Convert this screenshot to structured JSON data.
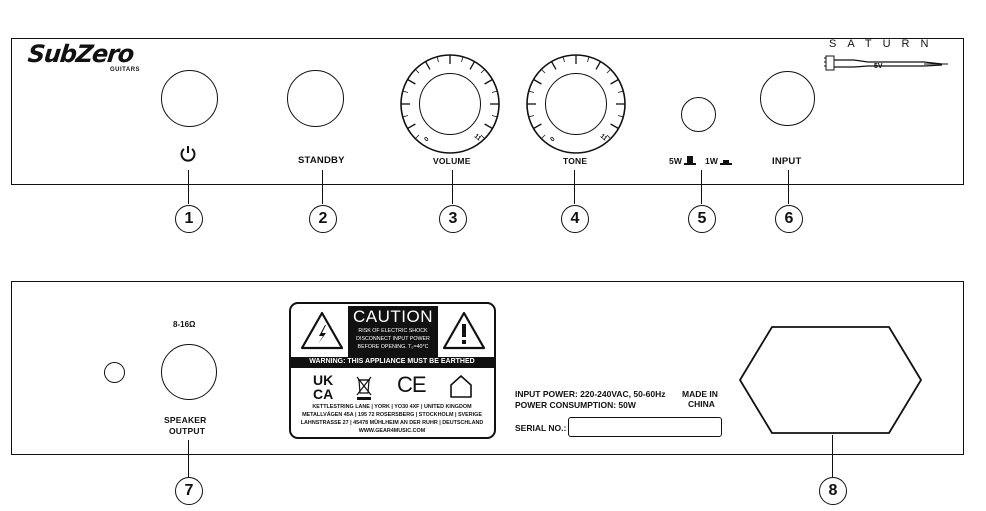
{
  "front_panel": {
    "brand": {
      "name": "SubZero",
      "sub": "GUITARS"
    },
    "model": {
      "name": "SATURN",
      "voltage": "5V"
    },
    "power_symbol": "power-symbol",
    "standby_label": "STANDBY",
    "volume": {
      "label": "VOLUME",
      "min": "0",
      "max": "11"
    },
    "tone": {
      "label": "TONE",
      "min": "0",
      "max": "11"
    },
    "power_switch": {
      "high": "5W",
      "low": "1W"
    },
    "input_label": "INPUT"
  },
  "rear_panel": {
    "speaker": {
      "impedance": "8-16Ω",
      "label_line1": "SPEAKER",
      "label_line2": "OUTPUT"
    },
    "caution_label": {
      "title": "CAUTION",
      "line1": "RISK OF ELECTRIC SHOCK",
      "line2": "DISCONNECT INPUT POWER",
      "line3": "BEFORE OPENING. T₀=40°C",
      "warning": "WARNING: THIS APPLIANCE MUST BE EARTHED",
      "mark_ukca_top": "UK",
      "mark_ukca_bottom": "CA",
      "mark_ce": "CE",
      "address1": "KETTLESTRING LANE | YORK | YO30 4XF | UNITED KINGDOM",
      "address2": "METALLVÄGEN 45A | 195 72 ROSERSBERG | STOCKHOLM | SVERIGE",
      "address3": "LAHNSTRASSE 27 | 45478 MÜHLHEIM AN DER RUHR | DEUTSCHLAND",
      "website": "WWW.GEAR4MUSIC.COM"
    },
    "input_power": "INPUT POWER:  220-240VAC, 50-60Hz",
    "power_consumption": "POWER CONSUMPTION: 50W",
    "made_in_line1": "MADE IN",
    "made_in_line2": "CHINA",
    "serial_label": "SERIAL NO.:"
  },
  "callouts": [
    "1",
    "2",
    "3",
    "4",
    "5",
    "6",
    "7",
    "8"
  ],
  "icons": [
    "power-icon",
    "lightning-warning-icon",
    "exclamation-warning-icon",
    "weee-bin-icon",
    "house-icon",
    "switch-up-icon",
    "switch-down-icon",
    "guitar-neck-icon"
  ]
}
